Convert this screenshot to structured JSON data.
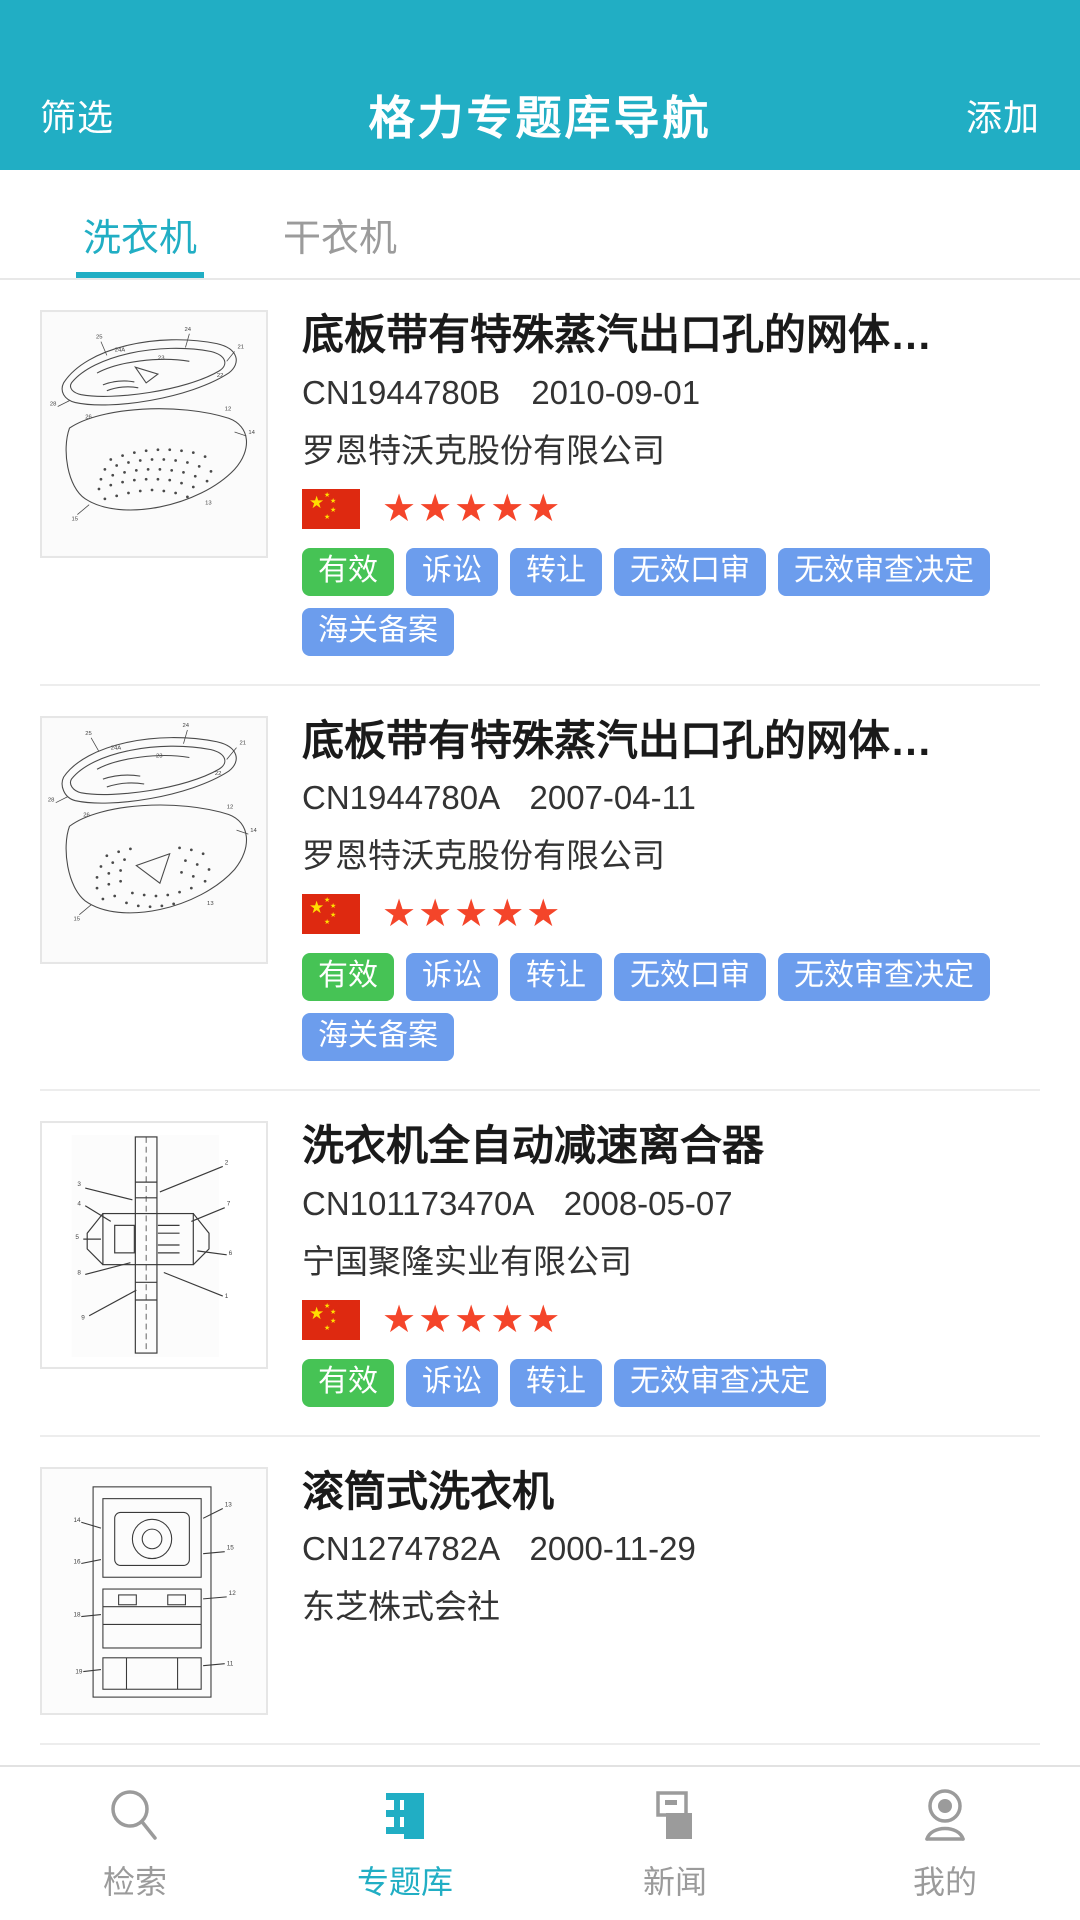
{
  "header": {
    "filter_label": "筛选",
    "title": "格力专题库导航",
    "add_label": "添加",
    "bg_color": "#21aec4"
  },
  "tabs": [
    {
      "label": "洗衣机",
      "active": true
    },
    {
      "label": "干衣机",
      "active": false
    }
  ],
  "colors": {
    "accent": "#21aec4",
    "badge_blue": "#6c9ded",
    "badge_green": "#46c355",
    "star": "#f4452a",
    "flag_red": "#de2910",
    "flag_yellow": "#ffde00"
  },
  "list": [
    {
      "title": "底板带有特殊蒸汽出口孔的网体…",
      "pub_number": "CN1944780B",
      "pub_date": "2010-09-01",
      "applicant": "罗恩特沃克股份有限公司",
      "country_flag": "cn-flag",
      "stars": "★★★★★",
      "star_count": 5,
      "badges": [
        {
          "label": "有效",
          "color": "green"
        },
        {
          "label": "诉讼",
          "color": "blue"
        },
        {
          "label": "转让",
          "color": "blue"
        },
        {
          "label": "无效口审",
          "color": "blue"
        },
        {
          "label": "无效审查决定",
          "color": "blue"
        },
        {
          "label": "海关备案",
          "color": "blue"
        }
      ],
      "thumb": "iron-soleplate-drawing"
    },
    {
      "title": "底板带有特殊蒸汽出口孔的网体…",
      "pub_number": "CN1944780A",
      "pub_date": "2007-04-11",
      "applicant": "罗恩特沃克股份有限公司",
      "country_flag": "cn-flag",
      "stars": "★★★★★",
      "star_count": 5,
      "badges": [
        {
          "label": "有效",
          "color": "green"
        },
        {
          "label": "诉讼",
          "color": "blue"
        },
        {
          "label": "转让",
          "color": "blue"
        },
        {
          "label": "无效口审",
          "color": "blue"
        },
        {
          "label": "无效审查决定",
          "color": "blue"
        },
        {
          "label": "海关备案",
          "color": "blue"
        }
      ],
      "thumb": "iron-soleplate-drawing"
    },
    {
      "title": "洗衣机全自动减速离合器",
      "pub_number": "CN101173470A",
      "pub_date": "2008-05-07",
      "applicant": "宁国聚隆实业有限公司",
      "country_flag": "cn-flag",
      "stars": "★★★★★",
      "star_count": 5,
      "badges": [
        {
          "label": "有效",
          "color": "green"
        },
        {
          "label": "诉讼",
          "color": "blue"
        },
        {
          "label": "转让",
          "color": "blue"
        },
        {
          "label": "无效审查决定",
          "color": "blue"
        }
      ],
      "thumb": "clutch-shaft-drawing"
    },
    {
      "title": "滚筒式洗衣机",
      "pub_number": "CN1274782A",
      "pub_date": "2000-11-29",
      "applicant": "东芝株式会社",
      "country_flag": "cn-flag",
      "stars": "",
      "star_count": 0,
      "badges": [],
      "thumb": "drum-washer-drawing"
    }
  ],
  "bottom_nav": [
    {
      "label": "检索",
      "icon": "search-icon",
      "active": false
    },
    {
      "label": "专题库",
      "icon": "library-icon",
      "active": true
    },
    {
      "label": "新闻",
      "icon": "news-icon",
      "active": false
    },
    {
      "label": "我的",
      "icon": "person-icon",
      "active": false
    }
  ]
}
